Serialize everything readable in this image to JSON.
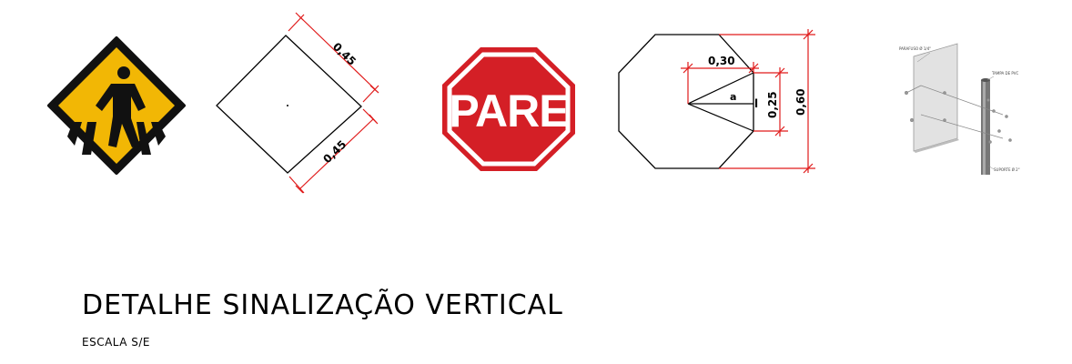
{
  "drawing": {
    "title": "DETALHE SINALIZAÇÃO VERTICAL",
    "scale": "ESCALA S/E"
  },
  "signs": {
    "stop_text": "PARE",
    "diamond_side_top": "0,45",
    "diamond_side_bottom": "0,45",
    "octagon_half_width": "0,30",
    "octagon_side": "0,25",
    "octagon_height": "0,60",
    "angle_label": "a",
    "side_marker": "l"
  },
  "mounting": {
    "screw_label": "PARAFUSO Ø 1/4\"",
    "cap_label": "TAMPA DE PVC",
    "support_label": "SUPORTE Ø 2\""
  },
  "colors": {
    "warning_yellow": "#f2b705",
    "stop_red": "#d41f26",
    "dimension_red": "#e01b1b"
  }
}
